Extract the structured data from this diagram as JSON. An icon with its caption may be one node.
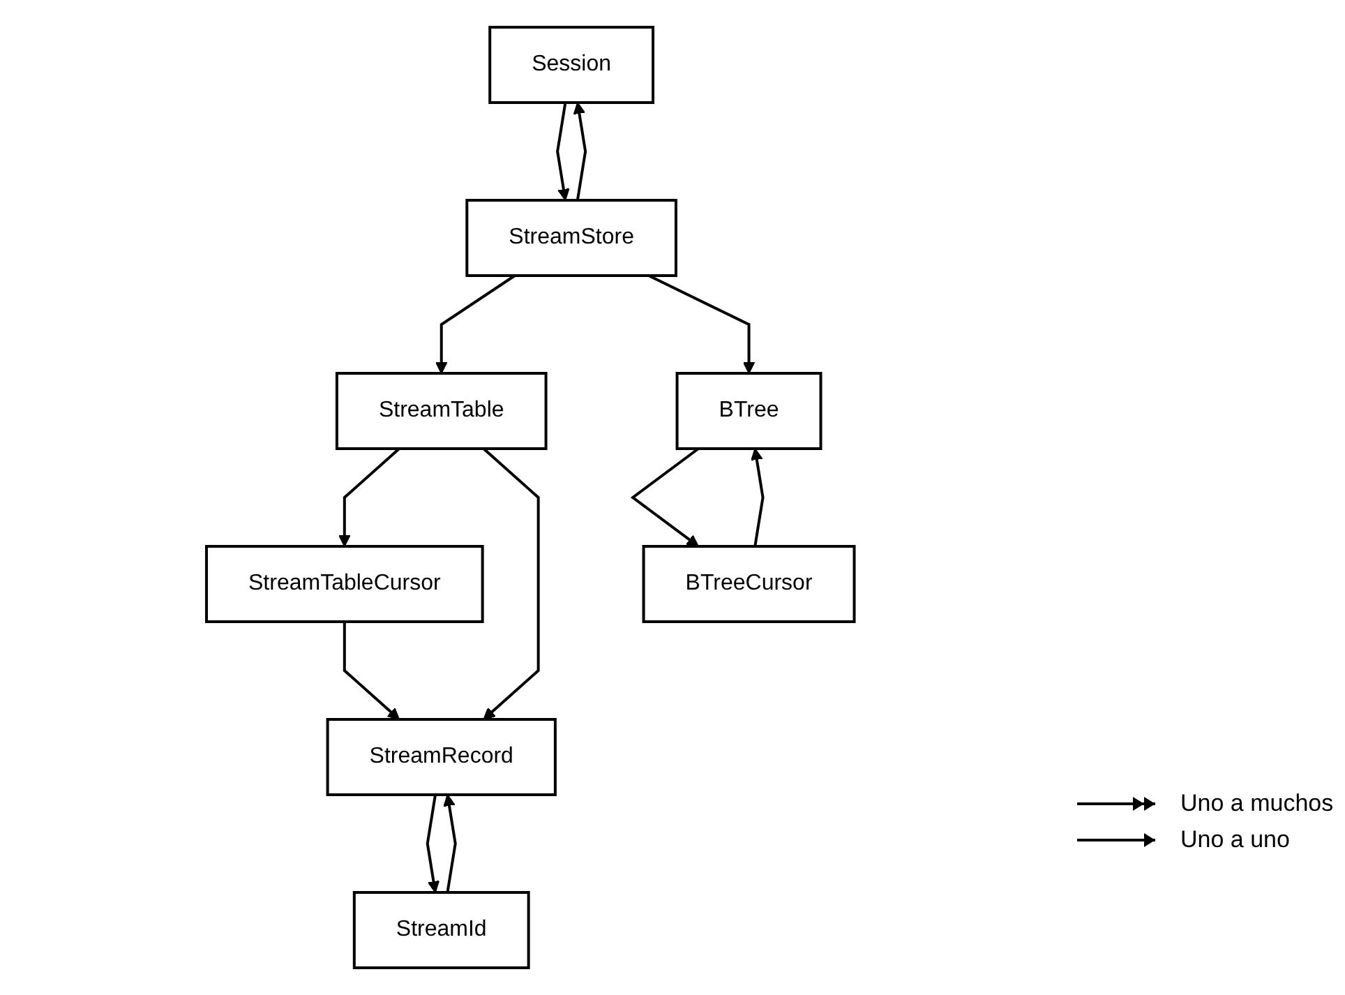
{
  "diagram": {
    "nodes": [
      {
        "text": [
          "Session"
        ]
      },
      {
        "text": [
          "StreamStore"
        ]
      },
      {
        "text": [
          "StreamTable"
        ]
      },
      {
        "text": [
          "BTree"
        ]
      },
      {
        "text": [
          "StreamTableCursor"
        ]
      },
      {
        "text": [
          "StreamRecord"
        ]
      },
      {
        "text": [
          "BTreeCursor"
        ]
      },
      {
        "text": [
          "StreamId"
        ]
      }
    ],
    "edges": [
      {
        "from": 0,
        "to": 1,
        "arrow": "to"
      },
      {
        "from": 1,
        "to": 0,
        "arrow": "to"
      },
      {
        "from": 1,
        "to": 2,
        "arrow": "to"
      },
      {
        "from": 1,
        "to": 3,
        "arrow": "to"
      },
      {
        "from": 2,
        "to": 4,
        "arrow": "to"
      },
      {
        "from": 2,
        "to": 5,
        "arrow": "to"
      },
      {
        "from": 4,
        "to": 5,
        "arrow": "to"
      },
      {
        "from": 3,
        "to": 6,
        "arrow": "to"
      },
      {
        "from": 6,
        "to": 3,
        "arrow": "to"
      },
      {
        "from": 5,
        "to": 7,
        "arrow": "to"
      },
      {
        "from": 7,
        "to": 5,
        "arrow": "to"
      }
    ],
    "legend": [
      {
        "text": "Uno a muchos"
      },
      {
        "text": "Uno a uno"
      }
    ]
  }
}
